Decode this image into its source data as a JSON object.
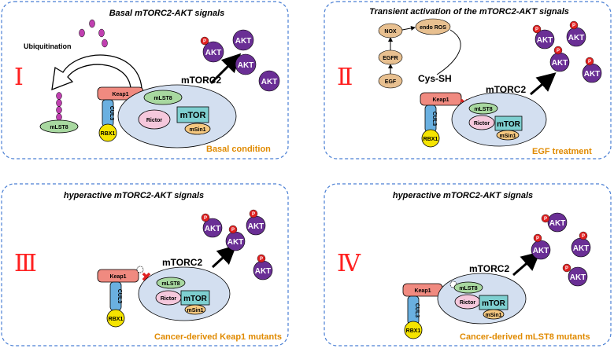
{
  "panels": [
    {
      "title": "Basal mTORC2-AKT signals",
      "numeral": "Ⅰ",
      "condition": "Basal condition",
      "ubiquitination": "Ubiquitination"
    },
    {
      "title": "Transient activation of the mTORC2-AKT signals",
      "numeral": "Ⅱ",
      "condition": "EGF treatment",
      "cys": "Cys-SH",
      "egf": "EGF",
      "egfr": "EGFR",
      "nox": "NOX",
      "ros": "endo ROS"
    },
    {
      "title": "hyperactive mTORC2-AKT signals",
      "numeral": "Ⅲ",
      "condition": "Cancer-derived Keap1 mutants"
    },
    {
      "title": "hyperactive mTORC2-AKT signals",
      "numeral": "Ⅳ",
      "condition": "Cancer-derived mLST8 mutants"
    }
  ],
  "labels": {
    "mtorc2": "mTORC2",
    "keap1": "Keap1",
    "cul3": "CUL3",
    "rbx1": "RBX1",
    "mlst8": "mLST8",
    "rictor": "Rictor",
    "mtor": "mTOR",
    "msin1": "mSin1",
    "akt": "AKT",
    "p": "P"
  },
  "colors": {
    "panel_border": "#4a7fd4",
    "complex_fill": "#d3dff0",
    "keap1": "#f08a80",
    "cul3": "#6ab0e0",
    "rbx1": "#f5e400",
    "mlst8": "#a8d8a0",
    "rictor": "#f5c8dc",
    "mtor": "#7ecfd0",
    "msin1": "#f5c880",
    "akt": "#6a2f95",
    "phospho": "#e02020",
    "ubiquitin": "#c040b0",
    "egf_path": "#e8c090",
    "block_x": "#e02020",
    "title_numeral": "#ff2020",
    "condition_text": "#e08a00"
  }
}
